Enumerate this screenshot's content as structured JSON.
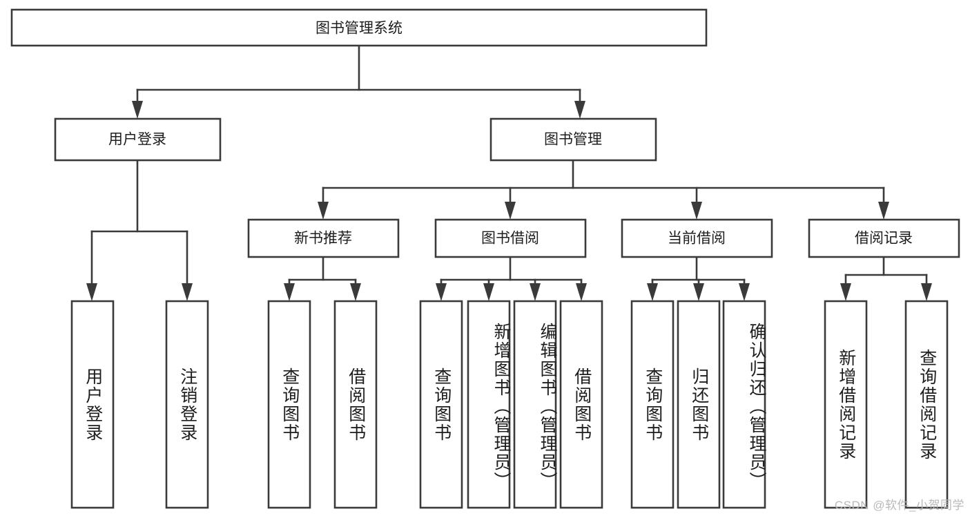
{
  "diagram": {
    "type": "tree-hierarchy-chart",
    "title_node": {
      "label": "图书管理系统"
    },
    "level2": [
      {
        "id": "user-login",
        "label": "用户登录"
      },
      {
        "id": "book-management",
        "label": "图书管理"
      }
    ],
    "level3": [
      {
        "id": "new-book-recommend",
        "label": "新书推荐",
        "parent": "book-management"
      },
      {
        "id": "book-borrow",
        "label": "图书借阅",
        "parent": "book-management"
      },
      {
        "id": "current-borrow",
        "label": "当前借阅",
        "parent": "book-management"
      },
      {
        "id": "borrow-record",
        "label": "借阅记录",
        "parent": "book-management"
      }
    ],
    "leaves": [
      {
        "id": "leaf-user-login",
        "label": "用户登录",
        "parent": "user-login"
      },
      {
        "id": "leaf-logout",
        "label": "注销登录",
        "parent": "user-login"
      },
      {
        "id": "leaf-query-book-1",
        "label": "查询图书",
        "parent": "new-book-recommend"
      },
      {
        "id": "leaf-borrow-book-1",
        "label": "借阅图书",
        "parent": "new-book-recommend"
      },
      {
        "id": "leaf-query-book-2",
        "label": "查询图书",
        "parent": "book-borrow"
      },
      {
        "id": "leaf-add-book",
        "label": "新增图书（管理员）",
        "parent": "book-borrow"
      },
      {
        "id": "leaf-edit-book",
        "label": "编辑图书（管理员）",
        "parent": "book-borrow"
      },
      {
        "id": "leaf-borrow-book-2",
        "label": "借阅图书",
        "parent": "book-borrow"
      },
      {
        "id": "leaf-query-book-3",
        "label": "查询图书",
        "parent": "current-borrow"
      },
      {
        "id": "leaf-return-book",
        "label": "归还图书",
        "parent": "current-borrow"
      },
      {
        "id": "leaf-confirm-return",
        "label": "确认归还（管理员）",
        "parent": "current-borrow"
      },
      {
        "id": "leaf-add-record",
        "label": "新增借阅记录",
        "parent": "borrow-record"
      },
      {
        "id": "leaf-query-record",
        "label": "查询借阅记录",
        "parent": "borrow-record"
      }
    ],
    "colors": {
      "stroke": "#3a3a3a",
      "fill": "#ffffff",
      "text": "#1d1d1d",
      "watermark": "#b9b9b9"
    }
  },
  "watermark": {
    "text": "CSDN @软件_小贺同学"
  }
}
